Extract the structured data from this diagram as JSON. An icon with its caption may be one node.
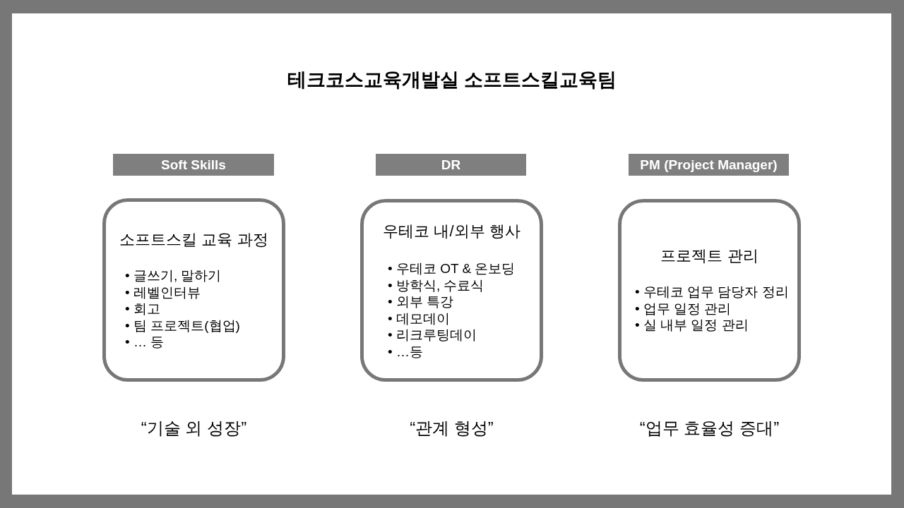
{
  "diagram": {
    "title": "테크코스교육개발실 소프트스킬교육팀",
    "nodes": [
      {
        "text": [
          "Soft Skills"
        ]
      },
      {
        "text": [
          "DR"
        ]
      },
      {
        "text": [
          "PM (Project Manager)"
        ]
      },
      {
        "text": [
          "소프트스킬 교육 과정",
          "• 글쓰기, 말하기",
          "• 레벨인터뷰",
          "• 회고",
          "• 팀 프로젝트(협업)",
          "• … 등"
        ],
        "beside": [
          "“기술 외 성장”"
        ]
      },
      {
        "text": [
          "우테코 내/외부 행사",
          "• 우테코 OT & 온보딩",
          "• 방학식, 수료식",
          "• 외부 특강",
          "• 데모데이",
          "• 리크루팅데이",
          "• …등"
        ],
        "beside": [
          "“관계 형성”"
        ]
      },
      {
        "text": [
          "프로젝트 관리",
          "• 우테코 업무 담당자 정리",
          "• 업무 일정 관리",
          "• 실 내부 일정 관리"
        ],
        "beside": [
          "“업무 효율성 증대”"
        ]
      }
    ]
  }
}
